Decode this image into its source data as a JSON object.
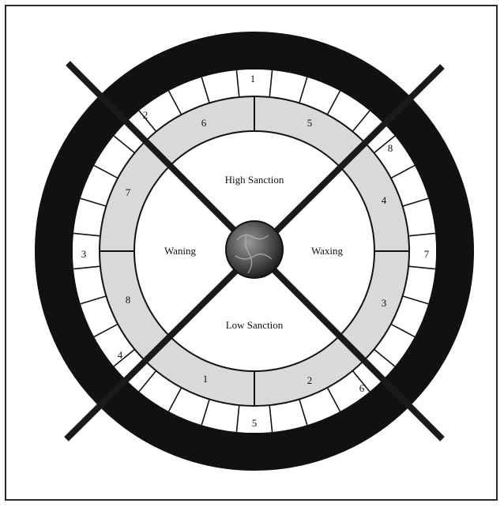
{
  "diagram": {
    "center_icon": "globe-icon",
    "zones": {
      "top": "High Sanction",
      "bottom": "Low Sanction",
      "left": "Waning",
      "right": "Waxing"
    },
    "outer_numbers": {
      "top": "1",
      "top_left": "2",
      "left": "3",
      "bottom_left": "4",
      "bottom": "5",
      "bottom_right": "6",
      "right": "7",
      "top_right": "8"
    },
    "inner_numbers": {
      "top_left": "6",
      "top_right": "5",
      "right_upper": "4",
      "right_lower": "3",
      "bottom_right": "2",
      "bottom_left": "1",
      "left_lower": "8",
      "left_upper": "7"
    },
    "colors": {
      "ring": "#111111",
      "shaded_band": "#d9d9d9",
      "line": "#1a1a1a",
      "background": "#ffffff"
    }
  }
}
